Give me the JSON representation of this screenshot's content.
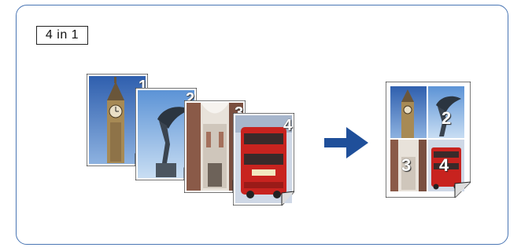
{
  "diagram": {
    "label": "4 in 1",
    "source_pages": [
      {
        "number": "1",
        "image": "big-ben-tower"
      },
      {
        "number": "2",
        "image": "eros-statue"
      },
      {
        "number": "3",
        "image": "shopping-arcade"
      },
      {
        "number": "4",
        "image": "red-double-decker-bus"
      }
    ],
    "result_quadrants": [
      {
        "number": "",
        "image": "big-ben-tower"
      },
      {
        "number": "2",
        "image": "eros-statue"
      },
      {
        "number": "3",
        "image": "shopping-arcade"
      },
      {
        "number": "4",
        "image": "red-double-decker-bus"
      }
    ],
    "arrow_icon": "right-arrow-icon",
    "colors": {
      "frame": "#4a76b4",
      "arrow": "#1f4f9a"
    }
  }
}
